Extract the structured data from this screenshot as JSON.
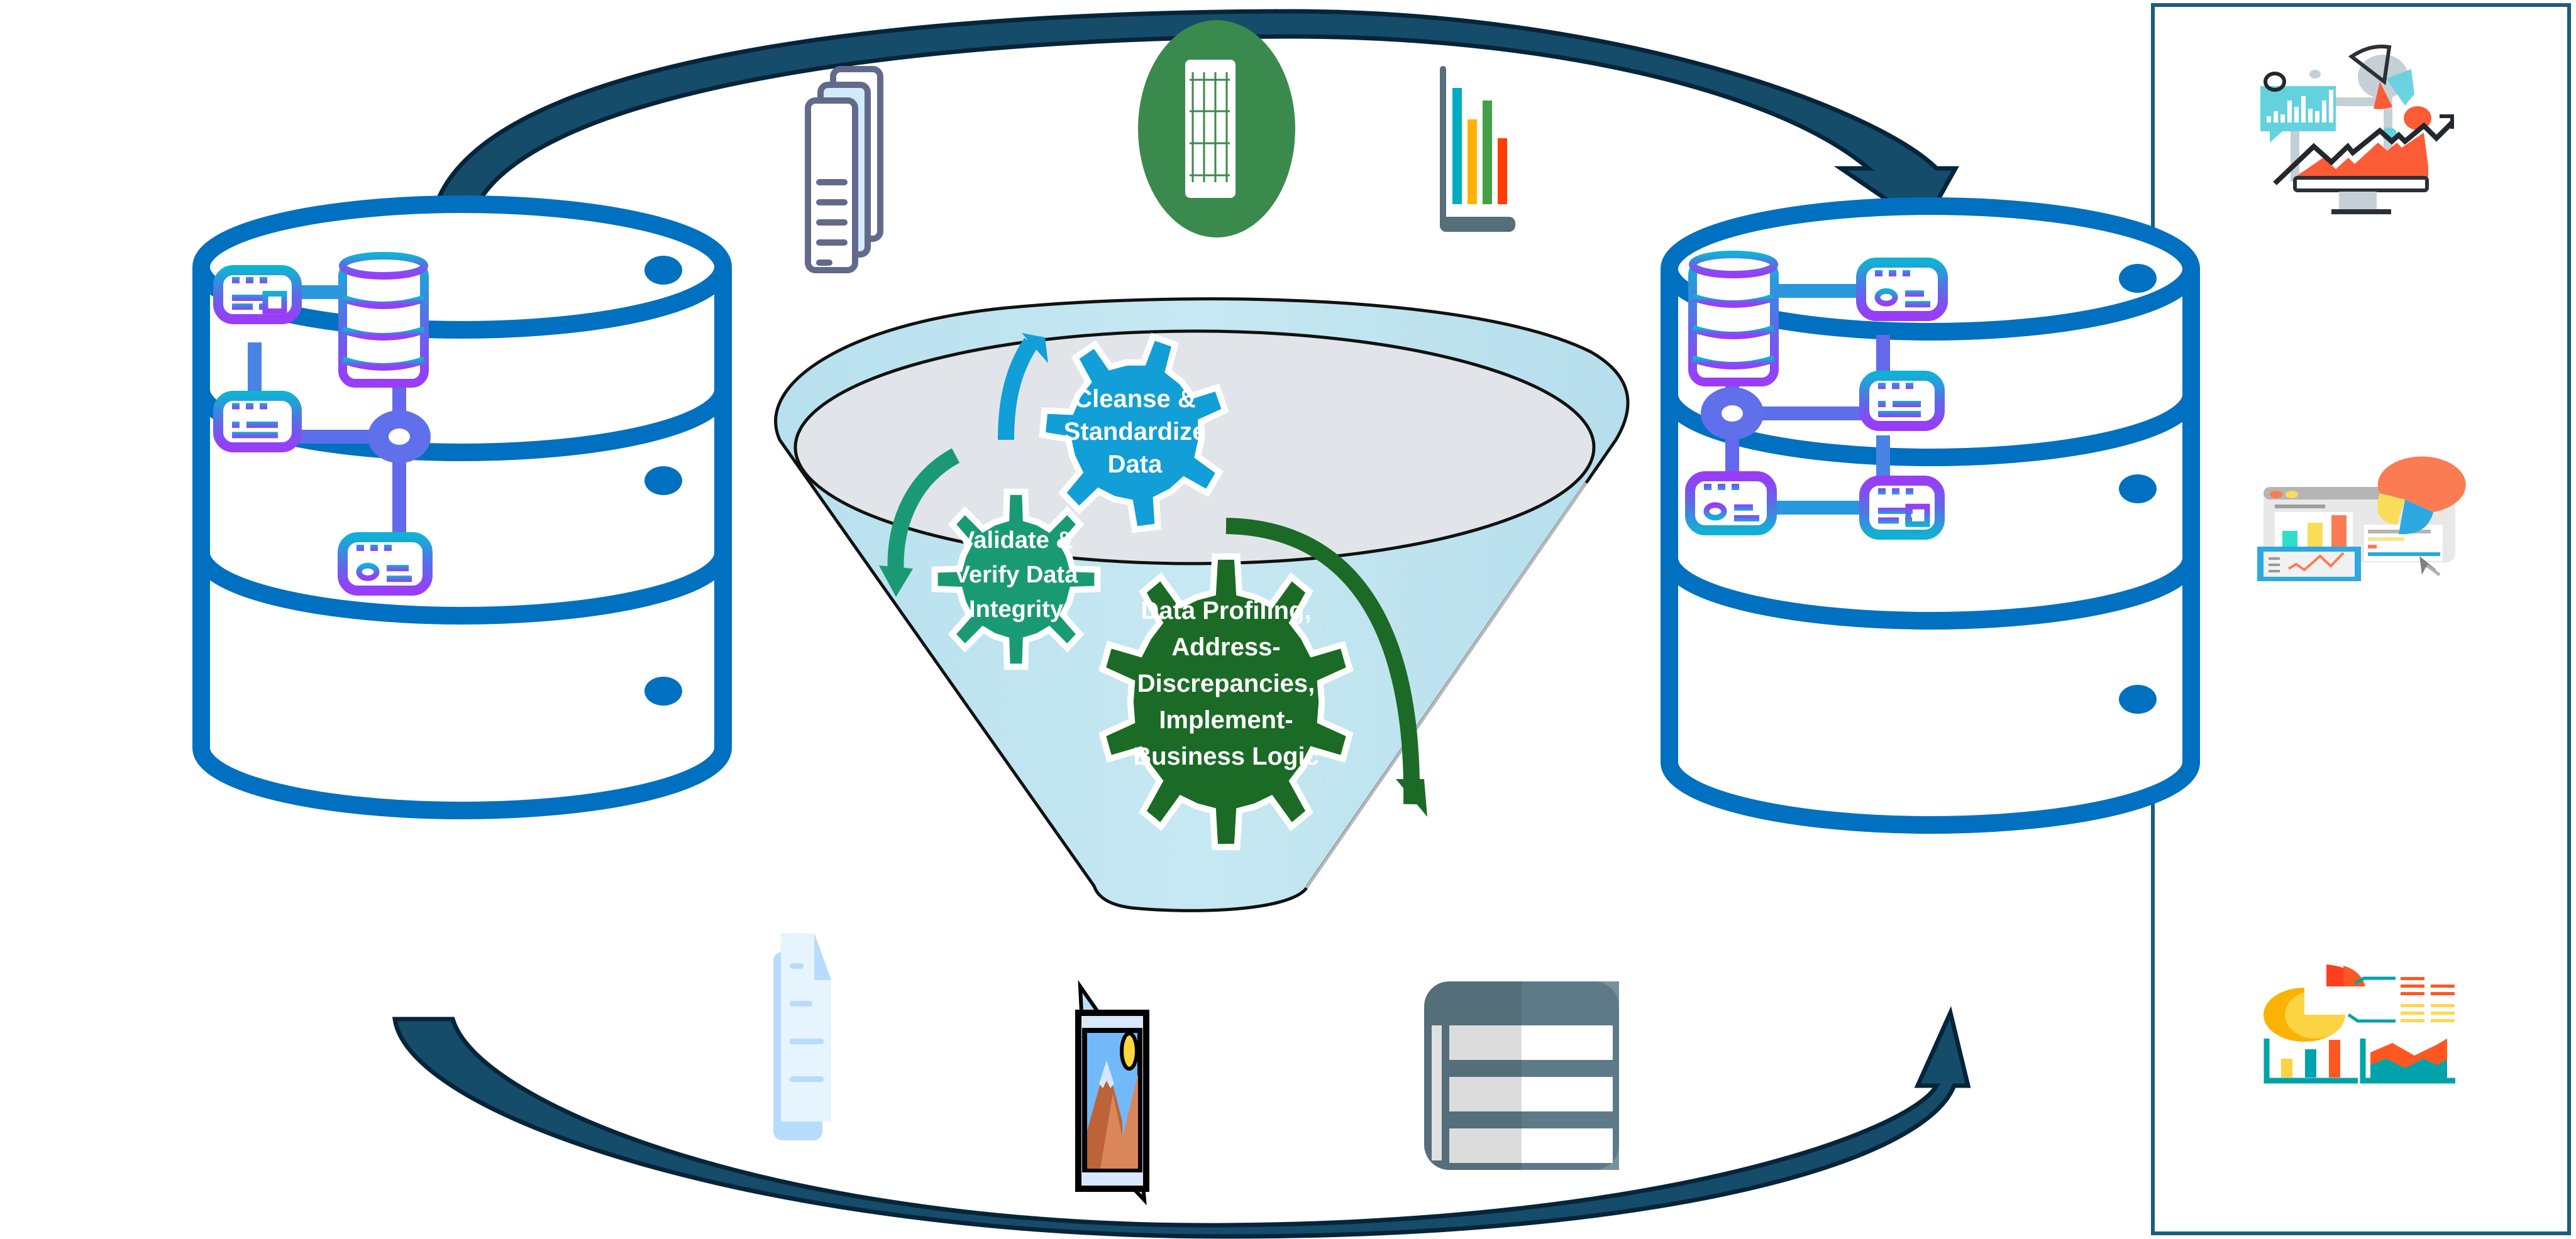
{
  "diagram": {
    "type": "data-pipeline",
    "colors": {
      "db_outline": "#0070C0",
      "flow_arrow": "#154C6A",
      "flow_arrow_stroke": "#06243A",
      "funnel_fill": "#C3E7F1",
      "funnel_top": "#E1E5EA",
      "gear_cleanse": "#129ED6",
      "gear_validate": "#1A9A74",
      "gear_profile": "#1B6A26",
      "panel_border": "#1A5E80",
      "node_top": "#12B0D4",
      "node_bottom": "#9A3CF8"
    },
    "source_database": {
      "name": "source-database",
      "icon": "database-network-icon"
    },
    "target_database": {
      "name": "target-database",
      "icon": "database-network-icon"
    },
    "funnel": {
      "gears": [
        {
          "id": "cleanse",
          "lines": [
            "Cleanse &",
            "Standardize",
            "Data"
          ]
        },
        {
          "id": "validate",
          "lines": [
            "Validate &",
            "Verify Data",
            "Integrity"
          ]
        },
        {
          "id": "profile",
          "lines": [
            "Data Profiling,",
            "Address-",
            "Discrepancies,",
            "Implement-",
            "Business Logic"
          ]
        }
      ]
    },
    "data_type_icons": {
      "top": [
        "documents-icon",
        "spreadsheet-icon",
        "bar-chart-icon"
      ],
      "bottom": [
        "text-file-icon",
        "image-file-icon",
        "table-icon"
      ]
    },
    "analytics_panel": {
      "icons": [
        "analytics-dashboard-icon",
        "report-charts-icon",
        "infographic-charts-icon"
      ]
    }
  }
}
